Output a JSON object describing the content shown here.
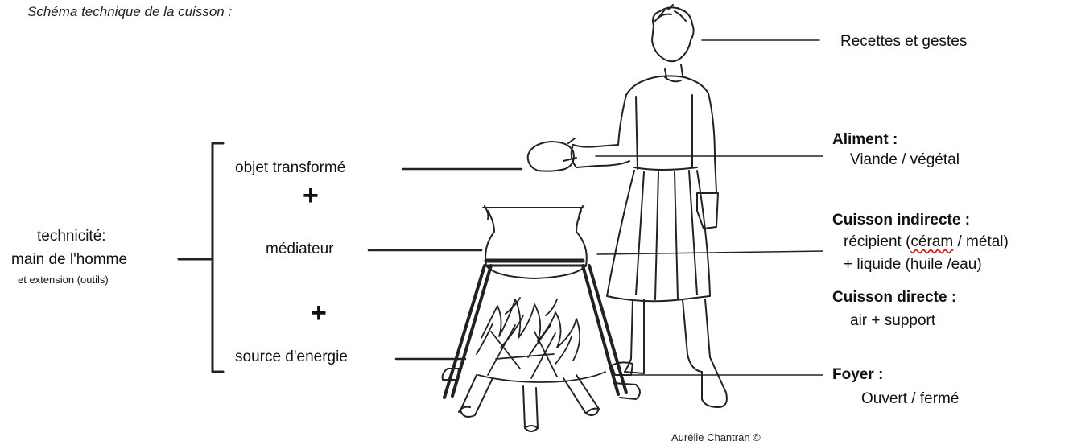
{
  "title": "Schéma technique de la cuisson :",
  "left_group": {
    "line1": "technicité:",
    "line2": "main de l'homme",
    "line3": "et extension (outils)"
  },
  "center_labels": {
    "object": "objet transformé",
    "plus1": "+",
    "mediator": "médiateur",
    "plus2": "+",
    "energy": "source d'energie"
  },
  "right_labels": {
    "recipes": "Recettes et gestes",
    "food_title": "Aliment :",
    "food_value": "Viande / végétal",
    "indirect_title": "Cuisson indirecte :",
    "indirect_line1_a": "récipient (",
    "indirect_line1_b": "céram",
    "indirect_line1_c": " / métal)",
    "indirect_line2": "+ liquide (huile /eau)",
    "direct_title": "Cuisson directe :",
    "direct_value": "air + support",
    "hearth_title": "Foyer :",
    "hearth_value": "Ouvert / fermé"
  },
  "credit": "Aurélie Chantran ©"
}
